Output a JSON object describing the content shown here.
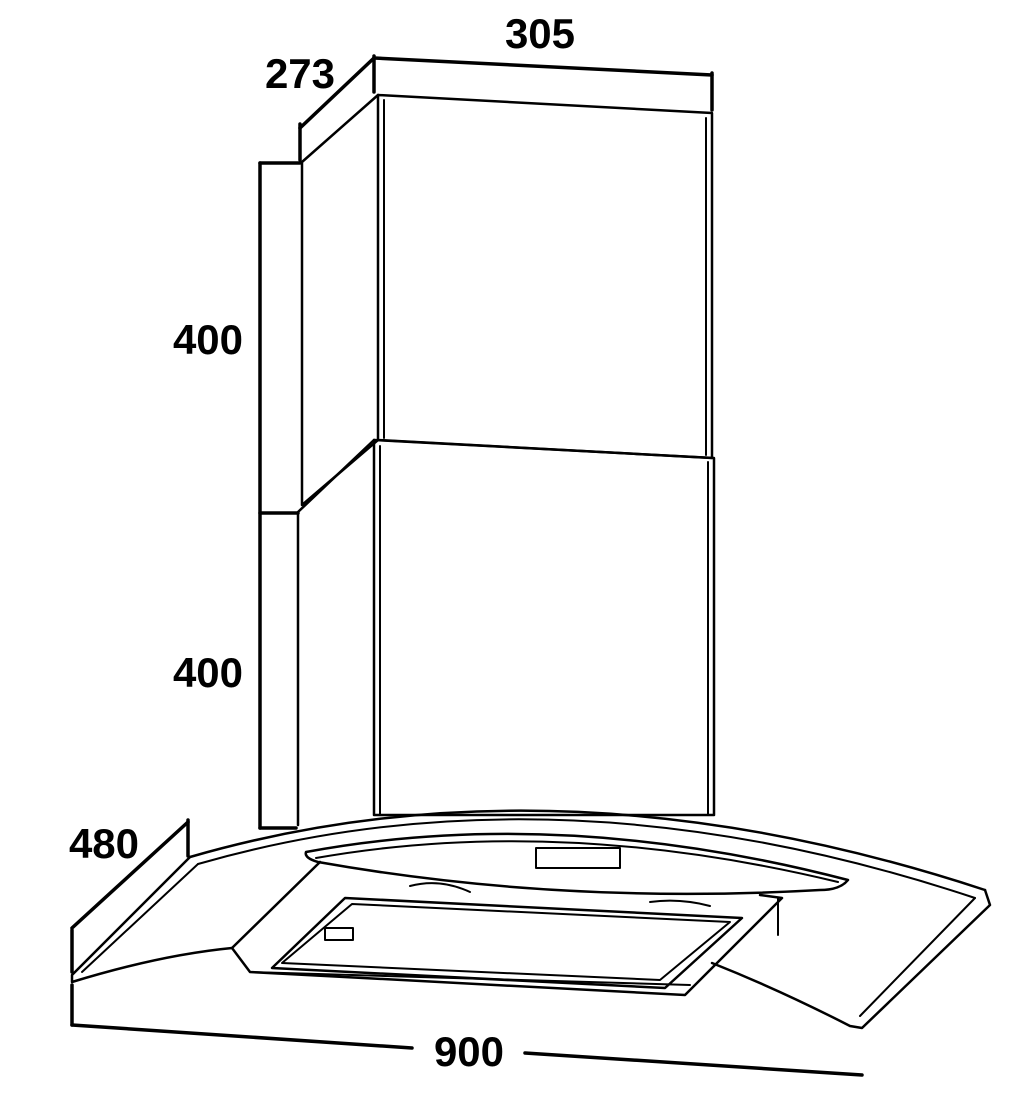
{
  "dimensions": {
    "chimney_width": "305",
    "chimney_depth": "273",
    "upper_section_height": "400",
    "lower_section_height": "400",
    "canopy_depth": "480",
    "canopy_width": "900"
  },
  "colors": {
    "line": "#000000",
    "background": "#ffffff"
  }
}
